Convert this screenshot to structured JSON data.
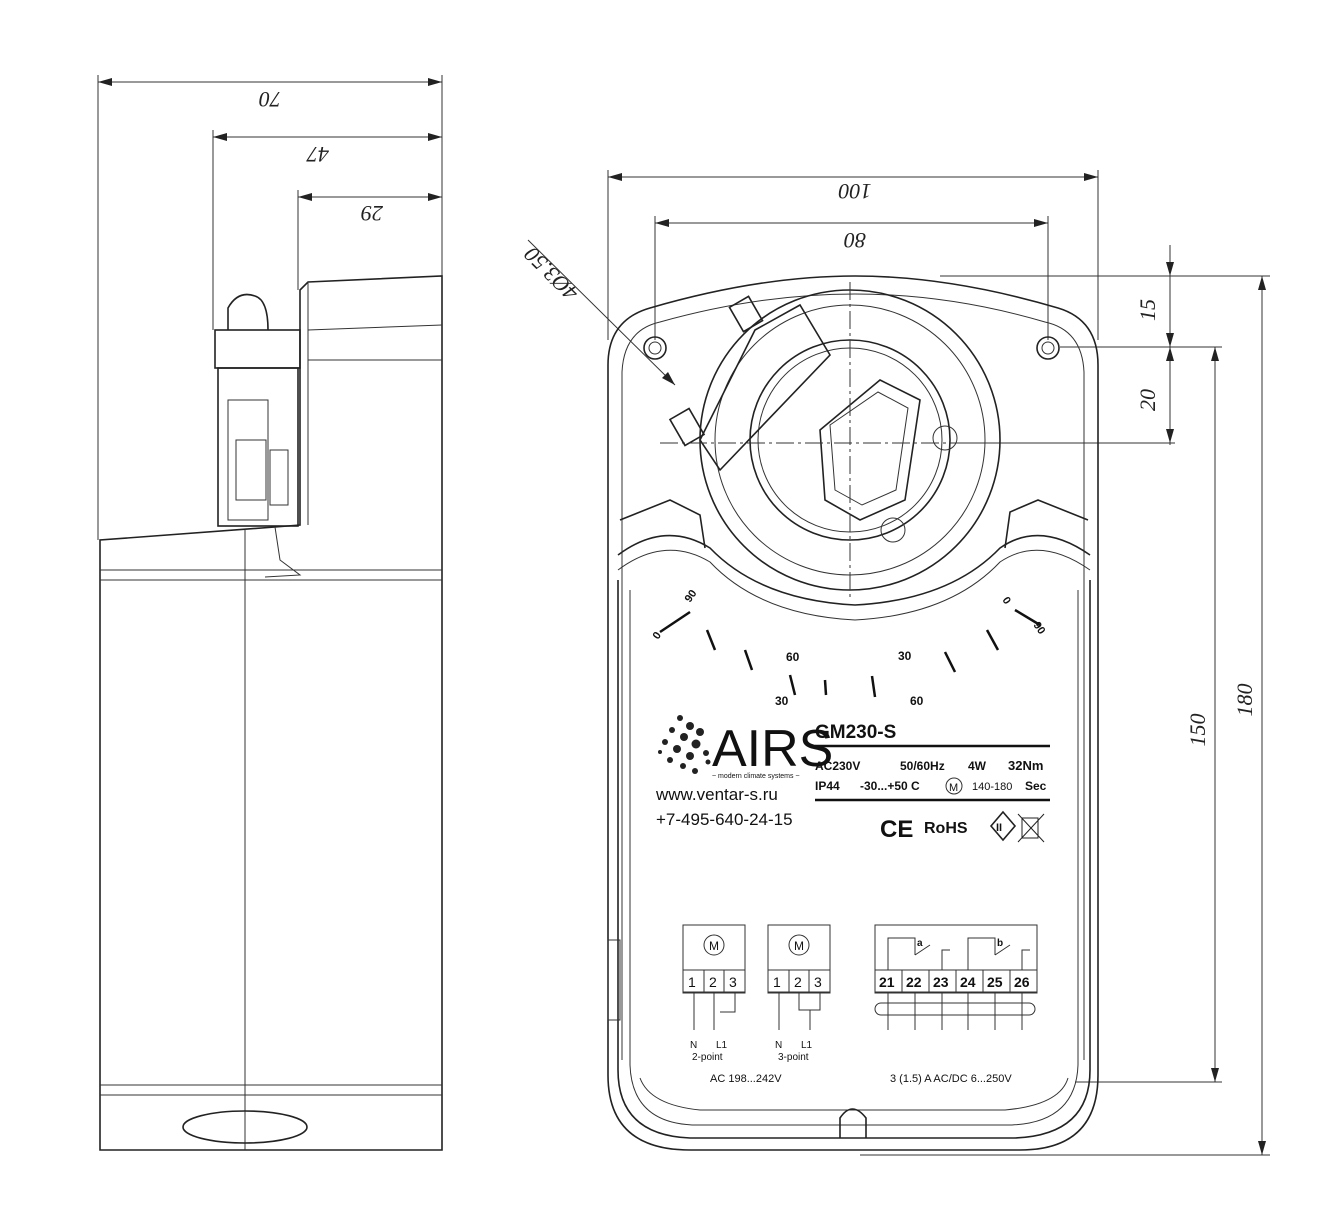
{
  "side_view": {
    "dims": [
      "70",
      "47",
      "29"
    ]
  },
  "front_view": {
    "dims": {
      "width_total": "100",
      "hole_spacing": "80",
      "holes": "4Ø3.50",
      "top_offset": "15",
      "shaft_offset": "20",
      "mid_height": "150",
      "total_height": "180"
    },
    "scale_labels": {
      "left_top": "90",
      "left_zero": "0",
      "left_60": "60",
      "left_30": "30",
      "right_zero": "0",
      "right_90": "90",
      "right_30": "30",
      "right_60": "60"
    },
    "brand": {
      "logo_text": "AIRS",
      "tagline": "~ modern climate systems ~",
      "website": "www.ventar-s.ru",
      "phone": "+7-495-640-24-15"
    },
    "model": {
      "name": "GM230-S",
      "voltage": "AC230V",
      "freq": "50/60Hz",
      "power": "4W",
      "torque": "32Nm",
      "ip": "IP44",
      "temp": "-30...+50 C",
      "motor_symbol": "M",
      "time": "140-180",
      "time_unit": "Sec"
    },
    "certs": {
      "ce": "CE",
      "rohs": "RoHS",
      "class": "II"
    },
    "wiring": {
      "motor_symbol": "M",
      "block1_terminals": [
        "1",
        "2",
        "3"
      ],
      "block1_labels": [
        "N",
        "L1"
      ],
      "block1_name": "2-point",
      "block2_terminals": [
        "1",
        "2",
        "3"
      ],
      "block2_labels": [
        "N",
        "L1"
      ],
      "block2_name": "3-point",
      "supply": "AC  198...242V",
      "switch_terminals": [
        "21",
        "22",
        "23",
        "24",
        "25",
        "26"
      ],
      "switch_a": "a",
      "switch_b": "b",
      "switch_rating": "3 (1.5) A   AC/DC 6...250V"
    }
  }
}
